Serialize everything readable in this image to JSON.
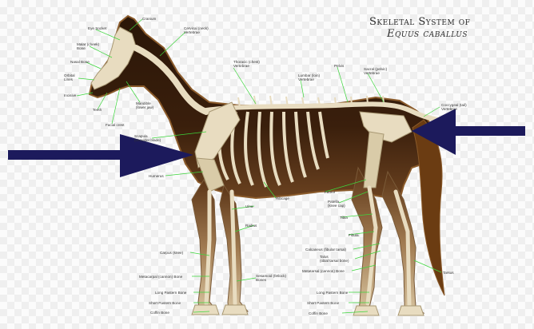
{
  "title": {
    "line1": "Skeletal System of",
    "line2": "Equus caballus"
  },
  "labels": {
    "cranium": "Cranium",
    "eye_socket": "Eye Socket",
    "cervical": "Cervical (neck)\nVertebrae",
    "malar": "Malar (cheek)\nBone",
    "nasal": "Nasal Bone",
    "orbital": "Orbital\nLines",
    "incisive": "Incisive",
    "teeth": "Teeth",
    "mandible": "Mandible\n(lower jaw)",
    "facial_crest": "Facial crest",
    "thoracic": "Thoracic (chest)\nVertebrae",
    "lumbar": "Lumbar (loin)\nVertebrae",
    "pelvis": "Pelvis",
    "sacral": "Sacral (pelvic)\nVertebrae",
    "coccygeal": "Coccygeal (tail)\nVertebrae",
    "scapula": "Scapula\n(shoulder blade)",
    "humerus": "Humerus",
    "ribcage": "Ribcage",
    "femur": "Femur",
    "patella": "Patella\n(knee cap)",
    "ulna": "Ulna",
    "radius": "Radius",
    "tibia": "Tibia",
    "fibula": "Fibula",
    "calcaneus": "Calcaneus (fibular tarsal)",
    "talus": "Talus\n(tibial tarsal bone)",
    "metatarsal": "Metatarsal (cannon) Bone",
    "tarsus": "Tarsus",
    "carpus": "Carpus (knee)",
    "metacarpal": "Metacarpal (cannon) Bone",
    "sesamoid": "Sesamoid (fetlock)\nBones",
    "long_pastern_front": "Long Pastern Bone",
    "short_pastern_front": "Short Pastern Bone",
    "coffin_front": "Coffin Bone",
    "long_pastern_hind": "Long Pastern Bone",
    "short_pastern_hind": "Short Pastern Bone",
    "coffin_hind": "Coffin Bone"
  },
  "colors": {
    "body": "#3a1f0c",
    "body_edge": "#7a4a22",
    "bone": "#e8dcc0",
    "bone_shade": "#b9a985",
    "leader": "#3cd63c",
    "arrow": "#1c1a5c"
  }
}
